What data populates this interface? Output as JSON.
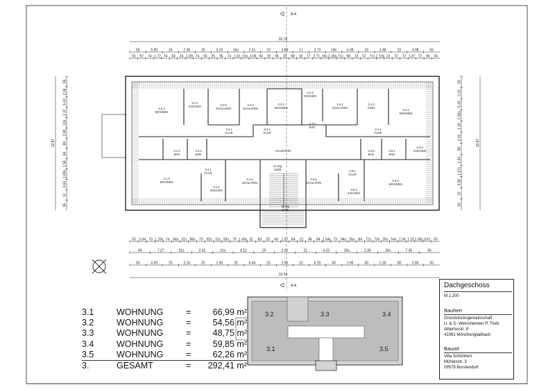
{
  "sheet": {
    "section_marker": "A-A",
    "overall_top": "32.78",
    "overall_bottom": "33.24",
    "overall_left": "13.87",
    "overall_right": "13.87"
  },
  "dims": {
    "top1": [
      "55",
      "5.00",
      "24",
      "2.38",
      "25",
      "3.10",
      "16s",
      "2.51",
      "10",
      "3.89",
      "17",
      "2.71",
      "18s",
      "3.08",
      "23",
      "2.48",
      "23",
      "4.98",
      "55"
    ],
    "top2": [
      "55",
      "97",
      "74",
      "1.72",
      "74",
      "83",
      "24",
      "1.09",
      "74",
      "55",
      "25",
      "95",
      "74",
      "1.41",
      "16s",
      "3.06",
      "94",
      "20",
      "96",
      "20",
      "98",
      "18",
      "17",
      "2.71",
      "16s",
      "1.38s",
      "71s",
      "98",
      "23",
      "57",
      "71s",
      "1.19s",
      "23",
      "72",
      "72",
      "1.87",
      "72",
      "95",
      "55"
    ],
    "bot1": [
      "55",
      "3.94",
      "73",
      "1.29s",
      "74",
      "66s",
      "31s",
      "86s",
      "73",
      "82s",
      "31s",
      "93s",
      "75",
      "1.49s",
      "51",
      "83",
      "25",
      "60",
      "1.67",
      "84",
      "21",
      "48",
      "84",
      "1.54s",
      "73",
      "94s",
      "26s",
      "84",
      "72s",
      "73s",
      "26s",
      "54s",
      "1.04",
      "1.10",
      "1.05s",
      "3.61",
      "55"
    ],
    "bot2": [
      "55",
      "7.27",
      "31s",
      "2.42",
      "31s",
      "4.12",
      "25",
      "2.91",
      "21",
      "4.15",
      "26s",
      "2.30",
      "26s",
      "7.35",
      "55"
    ],
    "bot3": [
      "55",
      "3.05",
      "25",
      "2.25",
      "25",
      "1.95",
      "25",
      "6.44",
      "25",
      "2.91",
      "21",
      "6.20",
      "30",
      "1.95",
      "30",
      "2.35",
      "38",
      "2.85",
      "55"
    ],
    "left": [
      "55",
      "2.06",
      "5.43",
      "2.47",
      "33s",
      "2.08",
      "80",
      "84",
      "1.58",
      "1.69s",
      "4.66",
      "57",
      "55"
    ],
    "right": [
      "55",
      "2.32",
      "5.43",
      "2.56s",
      "1.19",
      "2.41",
      "80",
      "1.94",
      "1.67s",
      "4.56",
      "37",
      "55"
    ]
  },
  "rooms": [
    {
      "no": "3.2.3",
      "name": "WOHNEN"
    },
    {
      "no": "3.2.4",
      "name": "KOCHEN"
    },
    {
      "no": "3.2.5",
      "name": "SCHLAFEN"
    },
    {
      "no": "3.3.2",
      "name": "SCHLAFEN"
    },
    {
      "no": "3.3.3",
      "name": "WOHNEN"
    },
    {
      "no": "3.3.4",
      "name": "KOCHEN"
    },
    {
      "no": "3.4.2",
      "name": "SCHLAFEN"
    },
    {
      "no": "3.4.3",
      "name": "KIND"
    },
    {
      "no": "3.4.4",
      "name": "WOHNEN"
    },
    {
      "no": "3.2.1",
      "name": "FLUR"
    },
    {
      "no": "3.3.1",
      "name": "FLUR"
    },
    {
      "no": "3.3.5",
      "name": "BAD"
    },
    {
      "no": "3.4.1",
      "name": "FLUR"
    },
    {
      "no": "",
      "name": "HAUSFLUR"
    },
    {
      "no": "3.1.4",
      "name": "BAD"
    },
    {
      "no": "3.2.2",
      "name": "BAD"
    },
    {
      "no": "3.4.6",
      "name": "BAD"
    },
    {
      "no": "3.5.2",
      "name": "BAD"
    },
    {
      "no": "3.4.5",
      "name": "KOCHEN"
    },
    {
      "no": "3.1.1",
      "name": "FLUR"
    },
    {
      "no": "3.5.1",
      "name": "FLUR"
    },
    {
      "no": "3.1.3",
      "name": "WOHNEN"
    },
    {
      "no": "3.1.2",
      "name": "KOCHEN"
    },
    {
      "no": "3.1.5",
      "name": "SCHLAFEN"
    },
    {
      "no": "3.5.5",
      "name": "SCHLAFEN"
    },
    {
      "no": "3.5.4",
      "name": "KOCHEN"
    },
    {
      "no": "3.5.3",
      "name": "WOHNEN"
    }
  ],
  "stairs": [
    {
      "steps": "12 Stg",
      "ratio": "18/28"
    },
    {
      "steps": "11 Stg",
      "ratio": "18/28"
    }
  ],
  "areas": [
    {
      "no": "3.1",
      "label": "WOHNUNG",
      "eq": "=",
      "value": "66,99 m²"
    },
    {
      "no": "3.2",
      "label": "WOHNUNG",
      "eq": "=",
      "value": "54,56 m²"
    },
    {
      "no": "3.3",
      "label": "WOHNUNG",
      "eq": "=",
      "value": "48,75 m²"
    },
    {
      "no": "3.4",
      "label": "WOHNUNG",
      "eq": "=",
      "value": "59,85 m²"
    },
    {
      "no": "3.5",
      "label": "WOHNUNG",
      "eq": "=",
      "value": "62,26 m²"
    },
    {
      "no": "3.",
      "label": "GESAMT",
      "eq": "=",
      "value": "292,41 m²"
    }
  ],
  "keyplan": {
    "units": [
      "3.2",
      "3.3",
      "3.4",
      "3.1",
      "3.5"
    ]
  },
  "titleblock": {
    "title": "Dachgeschoss",
    "scale": "M 1:200",
    "client_heading": "Bauherr",
    "client": [
      "Grundstücksgemeinschaft",
      "U. & D. Weinsheimer/ P. Trieb",
      "Albertusstr. 8",
      "41061 Mönchengladbach"
    ],
    "site_heading": "Bauort",
    "site": [
      "Villa Schönherr",
      "Mühlenstr. 3",
      "09579 Borstendorf"
    ]
  }
}
